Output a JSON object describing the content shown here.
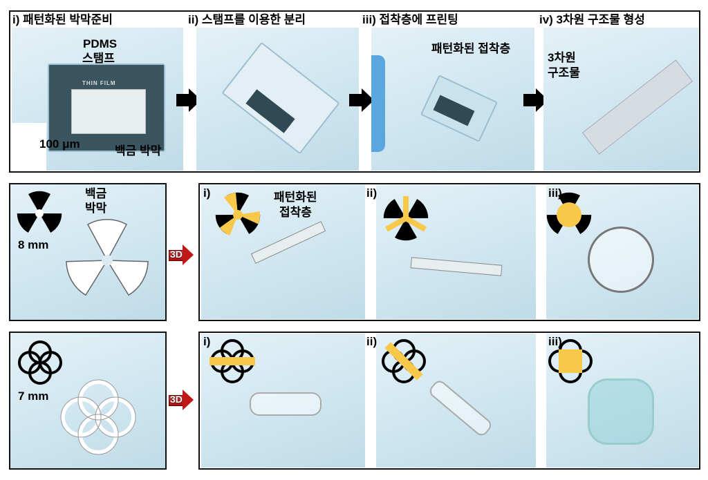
{
  "top_panel": {
    "steps": [
      {
        "label": "i) 패턴화된 박막준비"
      },
      {
        "label": "ii) 스탬프를 이용한 분리"
      },
      {
        "label": "iii) 접착층에 프린팅"
      },
      {
        "label": "iv) 3차원 구조물 형성"
      }
    ],
    "annotations": {
      "pdms_line1": "PDMS",
      "pdms_line2": "스탬프",
      "thin_film": "THIN FILM",
      "scale": "100 μm",
      "platinum_film": "백금 박막",
      "patterned_adhesive": "패턴화된 접착층",
      "structure_line1": "3차원",
      "structure_line2": "구조물"
    }
  },
  "middle_panel": {
    "left": {
      "label_line1": "백금",
      "label_line2": "박막",
      "scale": "8 mm"
    },
    "arrow_label": "3D",
    "sub": [
      {
        "label": "i)",
        "note_line1": "패턴화된",
        "note_line2": "접착층"
      },
      {
        "label": "ii)"
      },
      {
        "label": "iii)"
      }
    ]
  },
  "bottom_panel": {
    "left": {
      "scale": "7 mm"
    },
    "arrow_label": "3D",
    "sub": [
      {
        "label": "i)"
      },
      {
        "label": "ii)"
      },
      {
        "label": "iii)"
      }
    ]
  },
  "colors": {
    "adhesive": "#f7c84a",
    "arrow_3d": "#c01818"
  }
}
